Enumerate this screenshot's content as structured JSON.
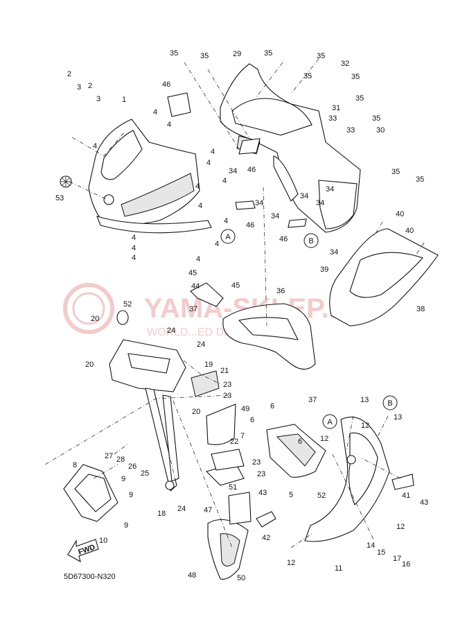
{
  "diagram": {
    "code": "5D67300-N320",
    "fwd_label": "FWD",
    "watermark": {
      "brand": "YAMA-SKLEP.PL",
      "tagline": "WORLD...ED DEALER YAMAHA"
    },
    "ref_markers": [
      "A",
      "B"
    ],
    "callouts": {
      "c1": "1",
      "c2a": "2",
      "c2b": "2",
      "c3a": "3",
      "c3b": "3",
      "c4a": "4",
      "c4b": "4",
      "c4c": "4",
      "c4d": "4",
      "c4e": "4",
      "c4f": "4",
      "c4g": "4",
      "c4h": "4",
      "c4i": "4",
      "c4j": "4",
      "c4k": "4",
      "c4l": "4",
      "c4m": "4",
      "c4n": "4",
      "c5": "5",
      "c6a": "6",
      "c6b": "6",
      "c6c": "6",
      "c7": "7",
      "c8": "8",
      "c9a": "9",
      "c9b": "9",
      "c9c": "9",
      "c10": "10",
      "c11": "11",
      "c12a": "12",
      "c12b": "12",
      "c12c": "12",
      "c12d": "12",
      "c13a": "13",
      "c13b": "13",
      "c14": "14",
      "c15": "15",
      "c16": "16",
      "c17": "17",
      "c18": "18",
      "c19": "19",
      "c20a": "20",
      "c20b": "20",
      "c20c": "20",
      "c21": "21",
      "c22": "22",
      "c23a": "23",
      "c23b": "23",
      "c23c": "23",
      "c23d": "23",
      "c24a": "24",
      "c24b": "24",
      "c24c": "24",
      "c25": "25",
      "c26": "26",
      "c27": "27",
      "c28": "28",
      "c29": "29",
      "c30": "30",
      "c31": "31",
      "c32": "32",
      "c33a": "33",
      "c33b": "33",
      "c34a": "34",
      "c34b": "34",
      "c34c": "34",
      "c34d": "34",
      "c34e": "34",
      "c34f": "34",
      "c34g": "34",
      "c35a": "35",
      "c35b": "35",
      "c35c": "35",
      "c35d": "35",
      "c35e": "35",
      "c35f": "35",
      "c35g": "35",
      "c35h": "35",
      "c35i": "35",
      "c35j": "35",
      "c36": "36",
      "c37a": "37",
      "c37b": "37",
      "c38": "38",
      "c39": "39",
      "c40a": "40",
      "c40b": "40",
      "c41": "41",
      "c42": "42",
      "c43a": "43",
      "c43b": "43",
      "c44": "44",
      "c45a": "45",
      "c45b": "45",
      "c46a": "46",
      "c46b": "46",
      "c46c": "46",
      "c46d": "46",
      "c47": "47",
      "c48": "48",
      "c49": "49",
      "c50": "50",
      "c51": "51",
      "c52a": "52",
      "c52b": "52",
      "c53": "53"
    }
  }
}
